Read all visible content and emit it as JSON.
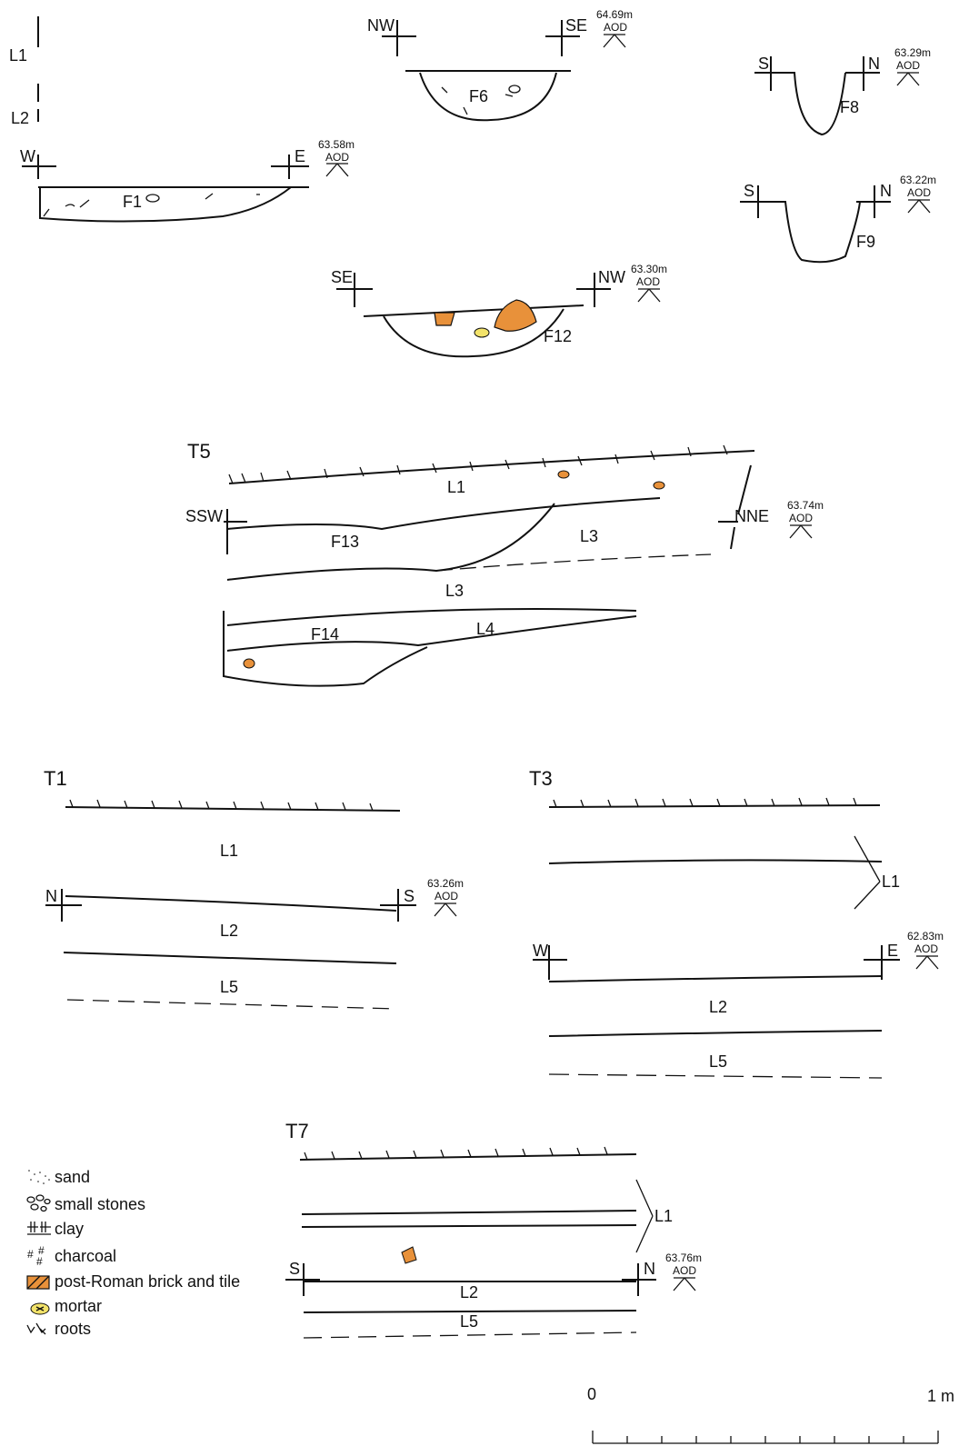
{
  "colors": {
    "brick": "#e8913a",
    "mortar": "#f3e36a",
    "ink": "#111111"
  },
  "top_sections": {
    "f1": {
      "label": "F1",
      "left": "W",
      "right": "E",
      "level": "63.58m",
      "aod": "AOD",
      "layers": [
        "L1",
        "L2"
      ]
    },
    "f6": {
      "label": "F6",
      "left": "NW",
      "right": "SE",
      "level": "64.69m",
      "aod": "AOD"
    },
    "f8": {
      "label": "F8",
      "left": "S",
      "right": "N",
      "level": "63.29m",
      "aod": "AOD"
    },
    "f9": {
      "label": "F9",
      "left": "S",
      "right": "N",
      "level": "63.22m",
      "aod": "AOD"
    },
    "f12": {
      "label": "F12",
      "left": "SE",
      "right": "NW",
      "level": "63.30m",
      "aod": "AOD"
    }
  },
  "trenches": {
    "t5": {
      "title": "T5",
      "left": "SSW",
      "right": "NNE",
      "level": "63.74m",
      "aod": "AOD",
      "labels": [
        "L1",
        "F13",
        "L3",
        "L3",
        "F14",
        "L4"
      ]
    },
    "t1": {
      "title": "T1",
      "left": "N",
      "right": "S",
      "level": "63.26m",
      "aod": "AOD",
      "labels": [
        "L1",
        "L2",
        "L5"
      ]
    },
    "t3": {
      "title": "T3",
      "left": "W",
      "right": "E",
      "level": "62.83m",
      "aod": "AOD",
      "labels": [
        "L1",
        "L2",
        "L5"
      ]
    },
    "t7": {
      "title": "T7",
      "left": "S",
      "right": "N",
      "level": "63.76m",
      "aod": "AOD",
      "labels": [
        "L1",
        "L2",
        "L5"
      ]
    }
  },
  "legend": [
    {
      "icon": "sand-icon",
      "label": "sand"
    },
    {
      "icon": "small-stones-icon",
      "label": "small stones"
    },
    {
      "icon": "clay-icon",
      "label": "clay"
    },
    {
      "icon": "charcoal-icon",
      "label": "charcoal"
    },
    {
      "icon": "brick-tile-icon",
      "label": "post-Roman brick and tile"
    },
    {
      "icon": "mortar-icon",
      "label": "mortar"
    },
    {
      "icon": "roots-icon",
      "label": "roots"
    }
  ],
  "scale": {
    "start": "0",
    "end": "1 m"
  }
}
